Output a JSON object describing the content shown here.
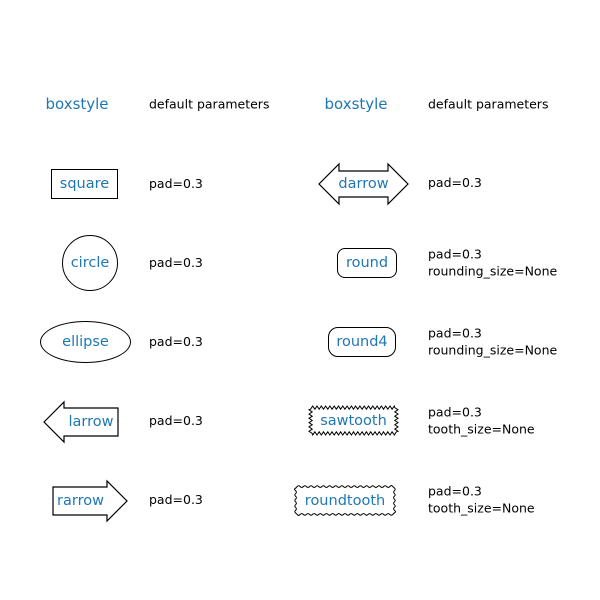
{
  "colors": {
    "style_label_blue": "#1f77b4",
    "param_text_black": "#000000",
    "outline_black": "#000000",
    "background": "#ffffff"
  },
  "columns": [
    {
      "boxstyle_header": "boxstyle",
      "params_header": "default parameters"
    },
    {
      "boxstyle_header": "boxstyle",
      "params_header": "default parameters"
    }
  ],
  "rows": [
    {
      "left": {
        "label": "square",
        "shape": "square",
        "params": [
          "pad=0.3"
        ]
      },
      "right": {
        "label": "darrow",
        "shape": "darrow",
        "params": [
          "pad=0.3"
        ]
      }
    },
    {
      "left": {
        "label": "circle",
        "shape": "circle",
        "params": [
          "pad=0.3"
        ]
      },
      "right": {
        "label": "round",
        "shape": "round",
        "params": [
          "pad=0.3",
          "rounding_size=None"
        ]
      }
    },
    {
      "left": {
        "label": "ellipse",
        "shape": "ellipse",
        "params": [
          "pad=0.3"
        ]
      },
      "right": {
        "label": "round4",
        "shape": "round4",
        "params": [
          "pad=0.3",
          "rounding_size=None"
        ]
      }
    },
    {
      "left": {
        "label": "larrow",
        "shape": "larrow",
        "params": [
          "pad=0.3"
        ]
      },
      "right": {
        "label": "sawtooth",
        "shape": "sawtooth",
        "params": [
          "pad=0.3",
          "tooth_size=None"
        ]
      }
    },
    {
      "left": {
        "label": "rarrow",
        "shape": "rarrow",
        "params": [
          "pad=0.3"
        ]
      },
      "right": {
        "label": "roundtooth",
        "shape": "roundtooth",
        "params": [
          "pad=0.3",
          "tooth_size=None"
        ]
      }
    }
  ]
}
